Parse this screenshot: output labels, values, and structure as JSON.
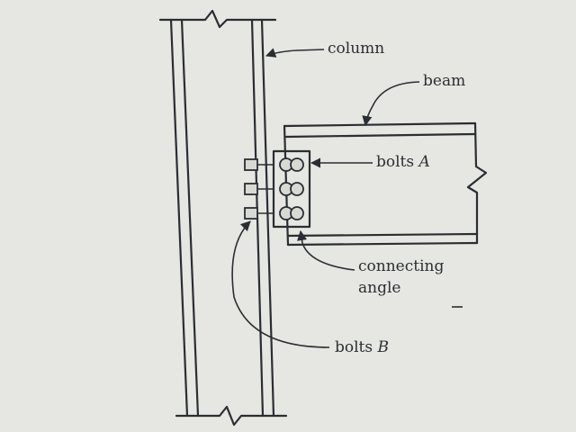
{
  "labels": {
    "column": "column",
    "beam": "beam",
    "bolts_a_word": "bolts",
    "bolts_a_letter": "A",
    "connecting_line1": "connecting",
    "connecting_line2": "angle",
    "bolts_b_word": "bolts",
    "bolts_b_letter": "B"
  },
  "colors": {
    "paper": "#e6e6e2",
    "ink": "#2a2e33"
  }
}
